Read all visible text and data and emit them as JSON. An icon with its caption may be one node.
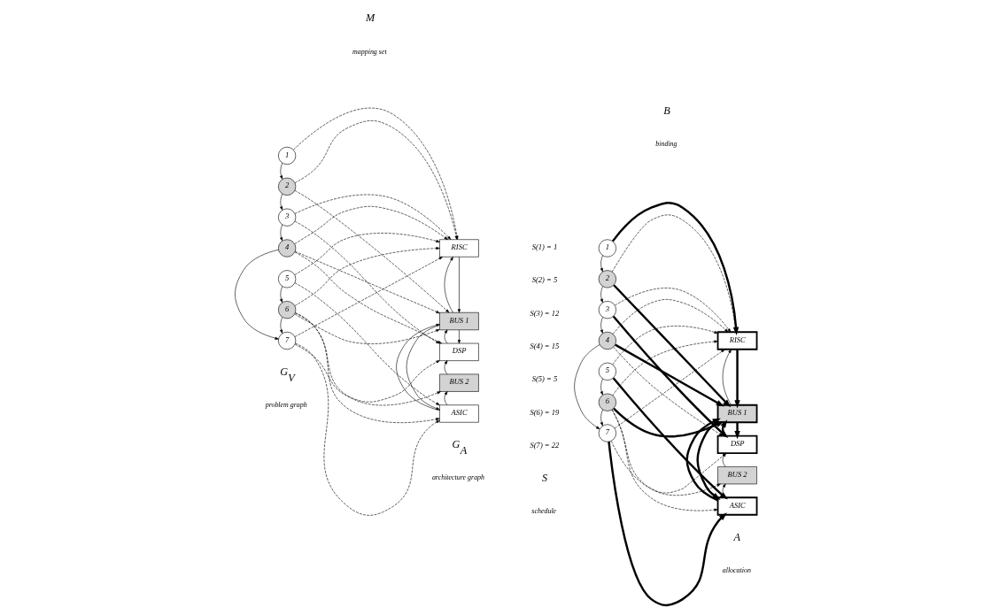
{
  "diagram": {
    "nodes": [
      {
        "text": [
          "1"
        ]
      },
      {
        "text": [
          "2"
        ]
      },
      {
        "text": [
          "3"
        ]
      },
      {
        "text": [
          "4"
        ]
      },
      {
        "text": [
          "5"
        ]
      },
      {
        "text": [
          "6"
        ]
      },
      {
        "text": [
          "7"
        ]
      },
      {
        "text": [
          "RISC"
        ]
      },
      {
        "text": [
          "BUS 1"
        ]
      },
      {
        "text": [
          "DSP"
        ]
      },
      {
        "text": [
          "BUS 2"
        ]
      },
      {
        "text": [
          "ASIC"
        ]
      },
      {
        "text": [
          "1"
        ]
      },
      {
        "text": [
          "2"
        ]
      },
      {
        "text": [
          "3"
        ]
      },
      {
        "text": [
          "4"
        ]
      },
      {
        "text": [
          "5"
        ]
      },
      {
        "text": [
          "6"
        ]
      },
      {
        "text": [
          "7"
        ]
      },
      {
        "text": [
          "RISC"
        ]
      },
      {
        "text": [
          "BUS 1"
        ]
      },
      {
        "text": [
          "DSP"
        ]
      },
      {
        "text": [
          "BUS 2"
        ]
      },
      {
        "text": [
          "ASIC"
        ]
      }
    ],
    "edges": [
      {
        "from": 0,
        "to": 1,
        "arrow": "to"
      },
      {
        "from": 1,
        "to": 2,
        "arrow": "to"
      },
      {
        "from": 2,
        "to": 3,
        "arrow": "to"
      },
      {
        "from": 3,
        "to": 6,
        "arrow": "to"
      },
      {
        "from": 4,
        "to": 5,
        "arrow": "to"
      },
      {
        "from": 5,
        "to": 6,
        "arrow": "to"
      },
      {
        "from": 7,
        "to": 8,
        "arrow": "to"
      },
      {
        "from": 8,
        "to": 7,
        "arrow": "to"
      },
      {
        "from": 8,
        "to": 9,
        "arrow": "to"
      },
      {
        "from": 9,
        "to": 8,
        "arrow": "to"
      },
      {
        "from": 10,
        "to": 9,
        "arrow": "to"
      },
      {
        "from": 11,
        "to": 10,
        "arrow": "to"
      },
      {
        "from": 8,
        "to": 11,
        "arrow": "to"
      },
      {
        "from": 11,
        "to": 8,
        "arrow": "to"
      },
      {
        "from": 0,
        "to": 7,
        "arrow": "to",
        "style": "dashed"
      },
      {
        "from": 1,
        "to": 7,
        "arrow": "to",
        "style": "dashed"
      },
      {
        "from": 1,
        "to": 8,
        "arrow": "to",
        "style": "dashed"
      },
      {
        "from": 2,
        "to": 7,
        "arrow": "to",
        "style": "dashed"
      },
      {
        "from": 2,
        "to": 9,
        "arrow": "to",
        "style": "dashed"
      },
      {
        "from": 3,
        "to": 7,
        "arrow": "to",
        "style": "dashed"
      },
      {
        "from": 3,
        "to": 8,
        "arrow": "to",
        "style": "dashed"
      },
      {
        "from": 3,
        "to": 9,
        "arrow": "to",
        "style": "dashed"
      },
      {
        "from": 4,
        "to": 7,
        "arrow": "to",
        "style": "dashed"
      },
      {
        "from": 4,
        "to": 11,
        "arrow": "to",
        "style": "dashed"
      },
      {
        "from": 5,
        "to": 7,
        "arrow": "to",
        "style": "dashed"
      },
      {
        "from": 5,
        "to": 8,
        "arrow": "to",
        "style": "dashed"
      },
      {
        "from": 5,
        "to": 10,
        "arrow": "to",
        "style": "dashed"
      },
      {
        "from": 5,
        "to": 11,
        "arrow": "to",
        "style": "dashed"
      },
      {
        "from": 6,
        "to": 7,
        "arrow": "to",
        "style": "dashed"
      },
      {
        "from": 6,
        "to": 9,
        "arrow": "to",
        "style": "dashed"
      },
      {
        "from": 6,
        "to": 11,
        "arrow": "to",
        "style": "dashed"
      },
      {
        "from": 12,
        "to": 13,
        "arrow": "to"
      },
      {
        "from": 13,
        "to": 14,
        "arrow": "to"
      },
      {
        "from": 14,
        "to": 15,
        "arrow": "to"
      },
      {
        "from": 15,
        "to": 18,
        "arrow": "to"
      },
      {
        "from": 16,
        "to": 17,
        "arrow": "to"
      },
      {
        "from": 17,
        "to": 18,
        "arrow": "to"
      },
      {
        "from": 19,
        "to": 20,
        "arrow": "to",
        "style": "thick"
      },
      {
        "from": 20,
        "to": 19,
        "arrow": "to"
      },
      {
        "from": 20,
        "to": 21,
        "arrow": "to",
        "style": "thick"
      },
      {
        "from": 21,
        "to": 20,
        "arrow": "to",
        "style": "thick"
      },
      {
        "from": 22,
        "to": 21,
        "arrow": "to"
      },
      {
        "from": 23,
        "to": 22,
        "arrow": "to"
      },
      {
        "from": 20,
        "to": 23,
        "arrow": "to",
        "style": "thick"
      },
      {
        "from": 23,
        "to": 20,
        "arrow": "to",
        "style": "thick"
      },
      {
        "from": 12,
        "to": 19,
        "arrow": "to",
        "style": "thick"
      },
      {
        "from": 13,
        "to": 19,
        "arrow": "to",
        "style": "dashed"
      },
      {
        "from": 13,
        "to": 20,
        "arrow": "to",
        "style": "thick"
      },
      {
        "from": 14,
        "to": 19,
        "arrow": "to",
        "style": "dashed"
      },
      {
        "from": 14,
        "to": 21,
        "arrow": "to",
        "style": "thick"
      },
      {
        "from": 15,
        "to": 19,
        "arrow": "to",
        "style": "dashed"
      },
      {
        "from": 15,
        "to": 20,
        "arrow": "to",
        "style": "thick"
      },
      {
        "from": 15,
        "to": 21,
        "arrow": "to",
        "style": "dashed"
      },
      {
        "from": 16,
        "to": 19,
        "arrow": "to",
        "style": "dashed"
      },
      {
        "from": 16,
        "to": 23,
        "arrow": "to",
        "style": "thick"
      },
      {
        "from": 17,
        "to": 19,
        "arrow": "to",
        "style": "dashed"
      },
      {
        "from": 17,
        "to": 20,
        "arrow": "to",
        "style": "thick"
      },
      {
        "from": 17,
        "to": 22,
        "arrow": "to",
        "style": "dashed"
      },
      {
        "from": 17,
        "to": 23,
        "arrow": "to",
        "style": "dashed"
      },
      {
        "from": 18,
        "to": 19,
        "arrow": "to",
        "style": "dashed"
      },
      {
        "from": 18,
        "to": 21,
        "arrow": "to",
        "style": "dashed"
      },
      {
        "from": 18,
        "to": 23,
        "arrow": "to",
        "style": "thick"
      }
    ],
    "labels": [
      "S(1) = 1",
      "S(2) = 5",
      "S(3) = 12",
      "S(4) = 15",
      "S(5) = 5",
      "S(6) = 19",
      "S(7) = 22",
      "G$_{V}$",
      "M",
      "G$_{A}$",
      "S",
      "B",
      "A",
      "problem graph",
      "mapping set",
      "architecture graph",
      "schedule",
      "binding",
      "allocation"
    ]
  }
}
